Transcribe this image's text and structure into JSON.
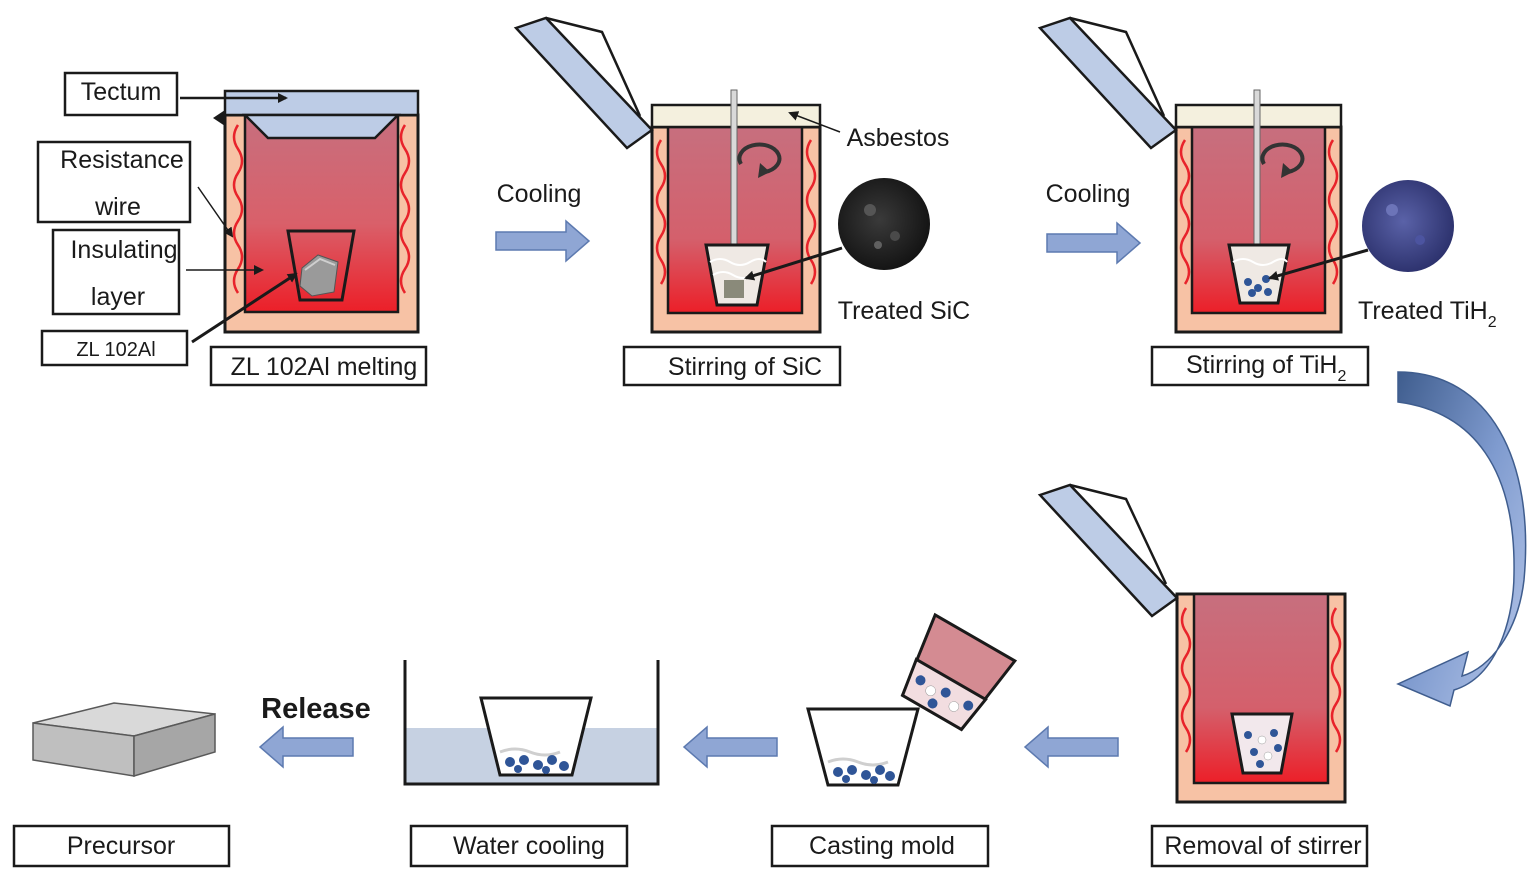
{
  "labels": {
    "tectum": "Tectum",
    "resistance_wire_line1": "Resistance",
    "resistance_wire_line2": "wire",
    "insulating_layer_line1": "Insulating",
    "insulating_layer_line2": "layer",
    "zl102al": "ZL 102Al",
    "asbestos": "Asbestos",
    "cooling_1": "Cooling",
    "cooling_2": "Cooling",
    "treated_sic": "Treated SiC",
    "treated_tih2": "Treated TiH",
    "treated_tih2_sub": "2",
    "release": "Release"
  },
  "steps": {
    "step1": "ZL 102Al melting",
    "step2": "Stirring of SiC",
    "step3": "Stirring of TiH",
    "step3_sub": "2",
    "step4": "Removal of stirrer",
    "step5": "Casting mold",
    "step6": "Water cooling",
    "step7": "Precursor"
  },
  "colors": {
    "furnace_top": "#c97080",
    "furnace_bottom": "#e8232b",
    "wall": "#f7c2a5",
    "lid": "#bdcce6",
    "arrow": "#8fa6d4",
    "water": "#c6d1e2",
    "particle_blue": "#2f5597",
    "precursor": "#bfbfbf"
  }
}
